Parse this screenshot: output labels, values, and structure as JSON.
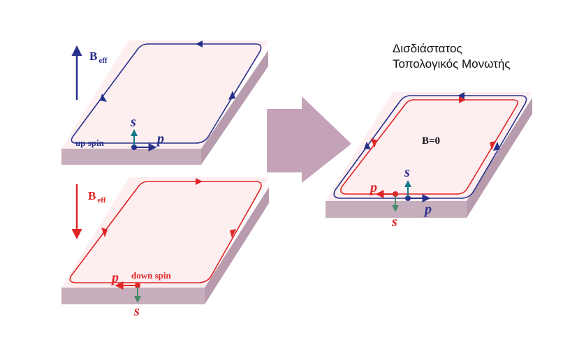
{
  "colors": {
    "blue": "#27308a",
    "red": "#e02525",
    "plate_top": "#fdeef0",
    "plate_side": "#c7aebd",
    "plate_edge": "#b89cad",
    "arrow_fill": "#c4a3b8",
    "spin_teal": "#127a8a"
  },
  "title": {
    "line1": "Δισδιάστατος",
    "line2": "Τοπολογικός Μονωτής"
  },
  "top_panel": {
    "field_label_main": "B",
    "field_label_sub": "eff",
    "spin_label": "up spin",
    "s_label": "s",
    "p_label": "p"
  },
  "bottom_panel": {
    "field_label_main": "B",
    "field_label_sub": "eff",
    "spin_label": "down spin",
    "s_label": "s",
    "p_label": "p"
  },
  "right_panel": {
    "field_label": "B=0",
    "s_up_label": "s",
    "p_right_label": "p",
    "p_left_label": "p",
    "s_down_label": "s"
  },
  "icons": {
    "transition": "big-right-arrow-icon"
  }
}
